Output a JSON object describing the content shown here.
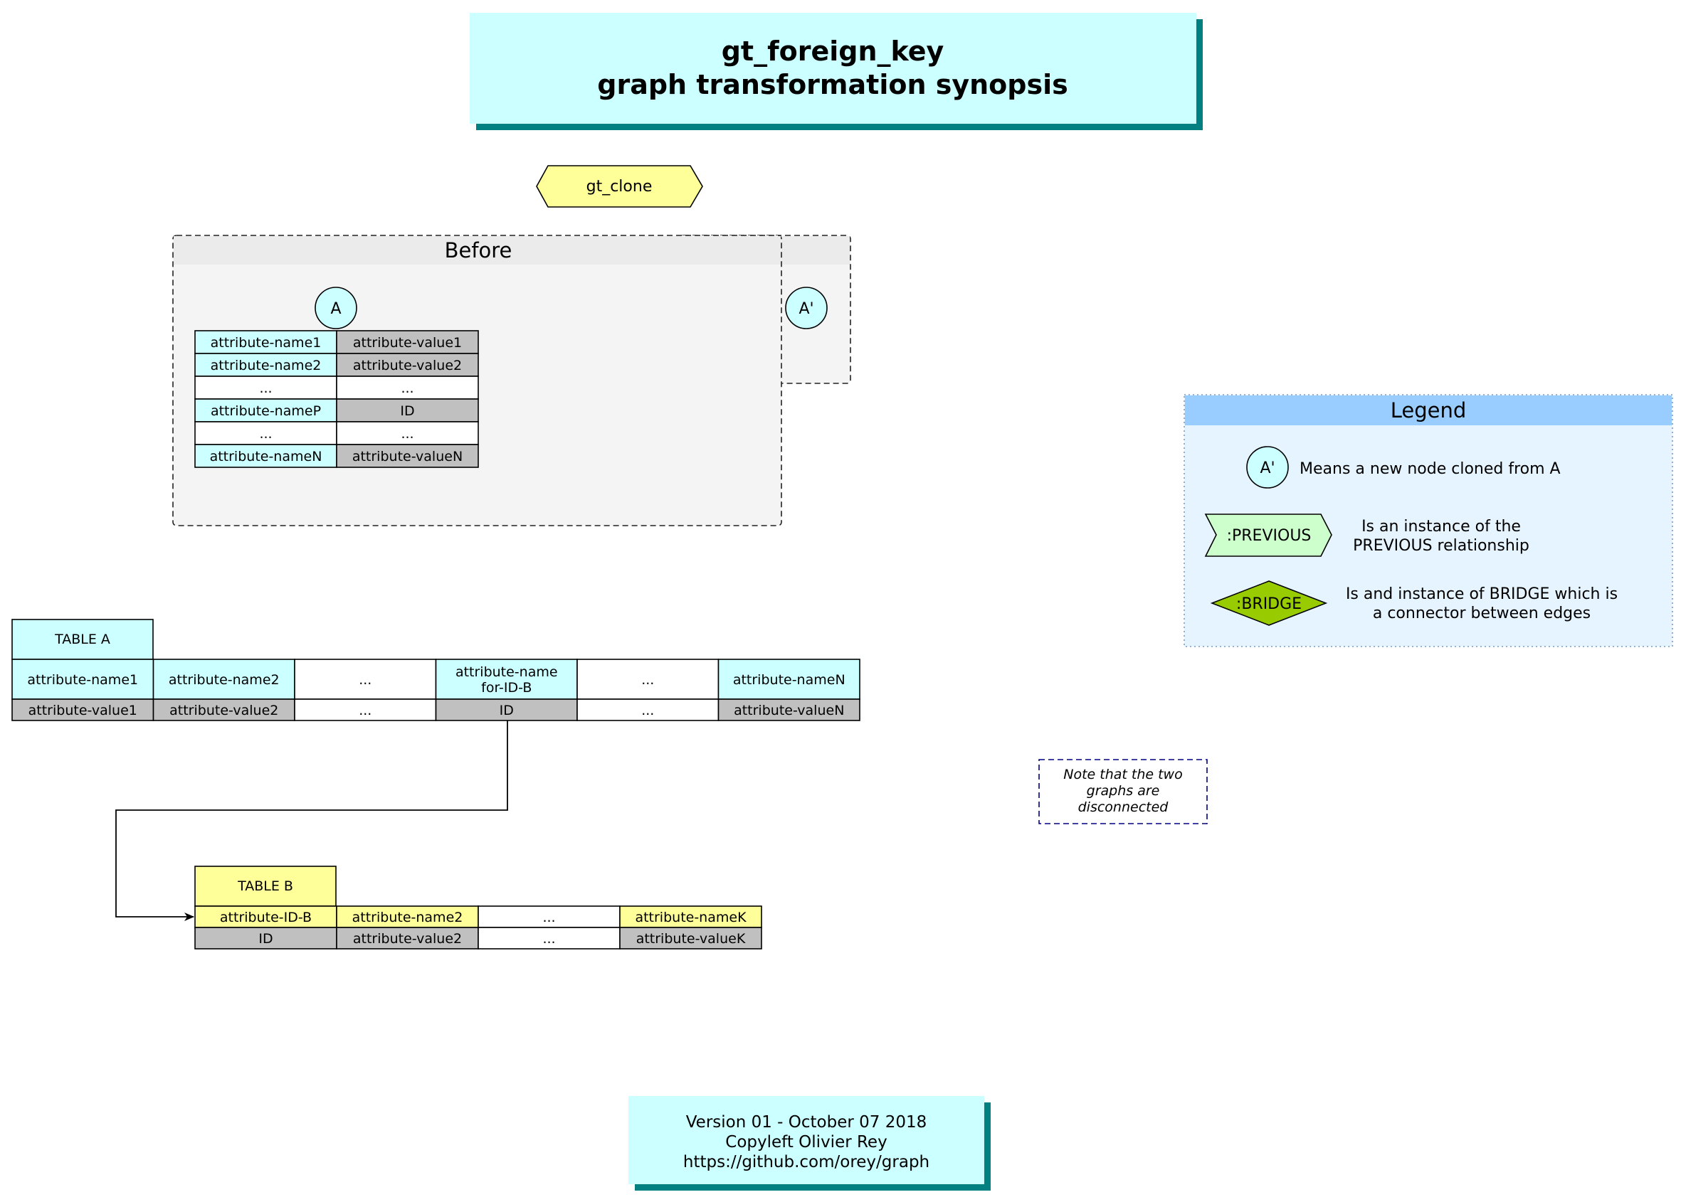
{
  "title": {
    "line1": "gt_foreign_key",
    "line2": "graph transformation synopsis",
    "text_color": "#008080",
    "fill": "#ccffff",
    "shadow": "#008080"
  },
  "operation": {
    "label": "gt_clone",
    "fill": "#ffff99"
  },
  "before": {
    "title": "Before",
    "node_label": "A",
    "rows": [
      {
        "name": "attribute-name1",
        "value": "attribute-value1",
        "name_fill": "#ccffff",
        "value_fill": "#c0c0c0"
      },
      {
        "name": "attribute-name2",
        "value": "attribute-value2",
        "name_fill": "#ccffff",
        "value_fill": "#c0c0c0"
      },
      {
        "name": "...",
        "value": "...",
        "name_fill": "#ffffff",
        "value_fill": "#ffffff"
      },
      {
        "name": "attribute-nameP",
        "value": "ID",
        "name_fill": "#ccffff",
        "value_fill": "#c0c0c0"
      },
      {
        "name": "...",
        "value": "...",
        "name_fill": "#ffffff",
        "value_fill": "#ffffff"
      },
      {
        "name": "attribute-nameN",
        "value": "attribute-valueN",
        "name_fill": "#ccffff",
        "value_fill": "#c0c0c0"
      }
    ],
    "panel_fill": "#f4f4f4",
    "header_fill": "#ebebeb"
  },
  "after": {
    "node_label": "A'"
  },
  "table_a": {
    "title": "TABLE A",
    "columns": [
      {
        "header": [
          "attribute-name1"
        ],
        "value": "attribute-value1",
        "header_fill": "#ccffff",
        "value_fill": "#c0c0c0"
      },
      {
        "header": [
          "attribute-name2"
        ],
        "value": "attribute-value2",
        "header_fill": "#ccffff",
        "value_fill": "#c0c0c0"
      },
      {
        "header": [
          "..."
        ],
        "value": "...",
        "header_fill": "#ffffff",
        "value_fill": "#ffffff"
      },
      {
        "header": [
          "attribute-name",
          "for-ID-B"
        ],
        "value": "ID",
        "header_fill": "#ccffff",
        "value_fill": "#c0c0c0"
      },
      {
        "header": [
          "..."
        ],
        "value": "...",
        "header_fill": "#ffffff",
        "value_fill": "#ffffff"
      },
      {
        "header": [
          "attribute-nameN"
        ],
        "value": "attribute-valueN",
        "header_fill": "#ccffff",
        "value_fill": "#c0c0c0"
      }
    ]
  },
  "table_b": {
    "title": "TABLE B",
    "columns": [
      {
        "header": "attribute-ID-B",
        "value": "ID",
        "header_fill": "#ffff99",
        "value_fill": "#c0c0c0"
      },
      {
        "header": "attribute-name2",
        "value": "attribute-value2",
        "header_fill": "#ffff99",
        "value_fill": "#c0c0c0"
      },
      {
        "header": "...",
        "value": "...",
        "header_fill": "#ffffff",
        "value_fill": "#ffffff"
      },
      {
        "header": "attribute-nameK",
        "value": "attribute-valueK",
        "header_fill": "#ffff99",
        "value_fill": "#c0c0c0"
      }
    ]
  },
  "note": {
    "lines": [
      "Note that the two",
      "graphs are",
      "disconnected"
    ],
    "color": "#000080"
  },
  "legend": {
    "title": "Legend",
    "header_fill": "#99ccff",
    "panel_fill": "#e6f4ff",
    "items": [
      {
        "symbol": "A'",
        "shape": "circle",
        "fill": "#ccffff",
        "text": [
          "Means a new node cloned from A"
        ]
      },
      {
        "symbol": ":PREVIOUS",
        "shape": "chevron",
        "fill": "#ccffcc",
        "text": [
          "Is an instance of the",
          "PREVIOUS relationship"
        ]
      },
      {
        "symbol": ":BRIDGE",
        "shape": "diamond",
        "fill": "#99cc00",
        "text": [
          "Is and instance of BRIDGE which is",
          "a connector between edges"
        ]
      }
    ]
  },
  "footer": {
    "lines": [
      "Version 01 - October 07 2018",
      "Copyleft Olivier Rey",
      "https://github.com/orey/graph"
    ],
    "text_color": "#0000cc",
    "fill": "#ccffff",
    "shadow": "#008080"
  }
}
